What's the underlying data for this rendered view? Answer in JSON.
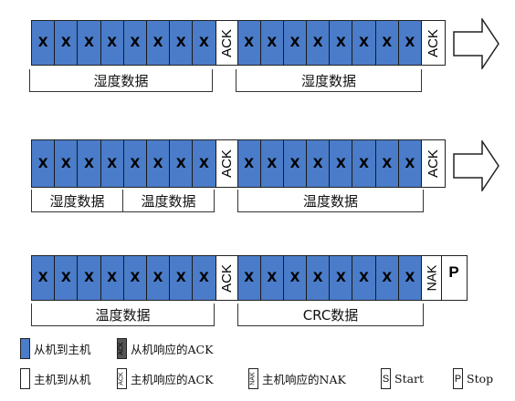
{
  "bit_char": "X",
  "ack_text": "ACK",
  "nak_text": "NAK",
  "stop_text": "P",
  "row1": {
    "labels": [
      "湿度数据",
      "湿度数据"
    ]
  },
  "row2": {
    "labels": [
      "湿度数据",
      "温度数据",
      "温度数据"
    ]
  },
  "row3": {
    "labels": [
      "温度数据",
      "CRC数据"
    ]
  },
  "legend": {
    "slave_to_master": "从机到主机",
    "slave_ack": "从机响应的ACK",
    "slave_ack_icon": "ACK",
    "master_to_slave": "主机到从机",
    "master_ack": "主机响应的ACK",
    "master_ack_icon": "ACK",
    "master_nak": "主机响应的NAK",
    "master_nak_icon": "NAK",
    "start_letter": "S",
    "start": "Start",
    "stop_letter": "P",
    "stop": "Stop"
  },
  "colors": {
    "data_bit": "#4a7cc9",
    "slave_ack_fill": "#555555",
    "border": "#222222"
  }
}
